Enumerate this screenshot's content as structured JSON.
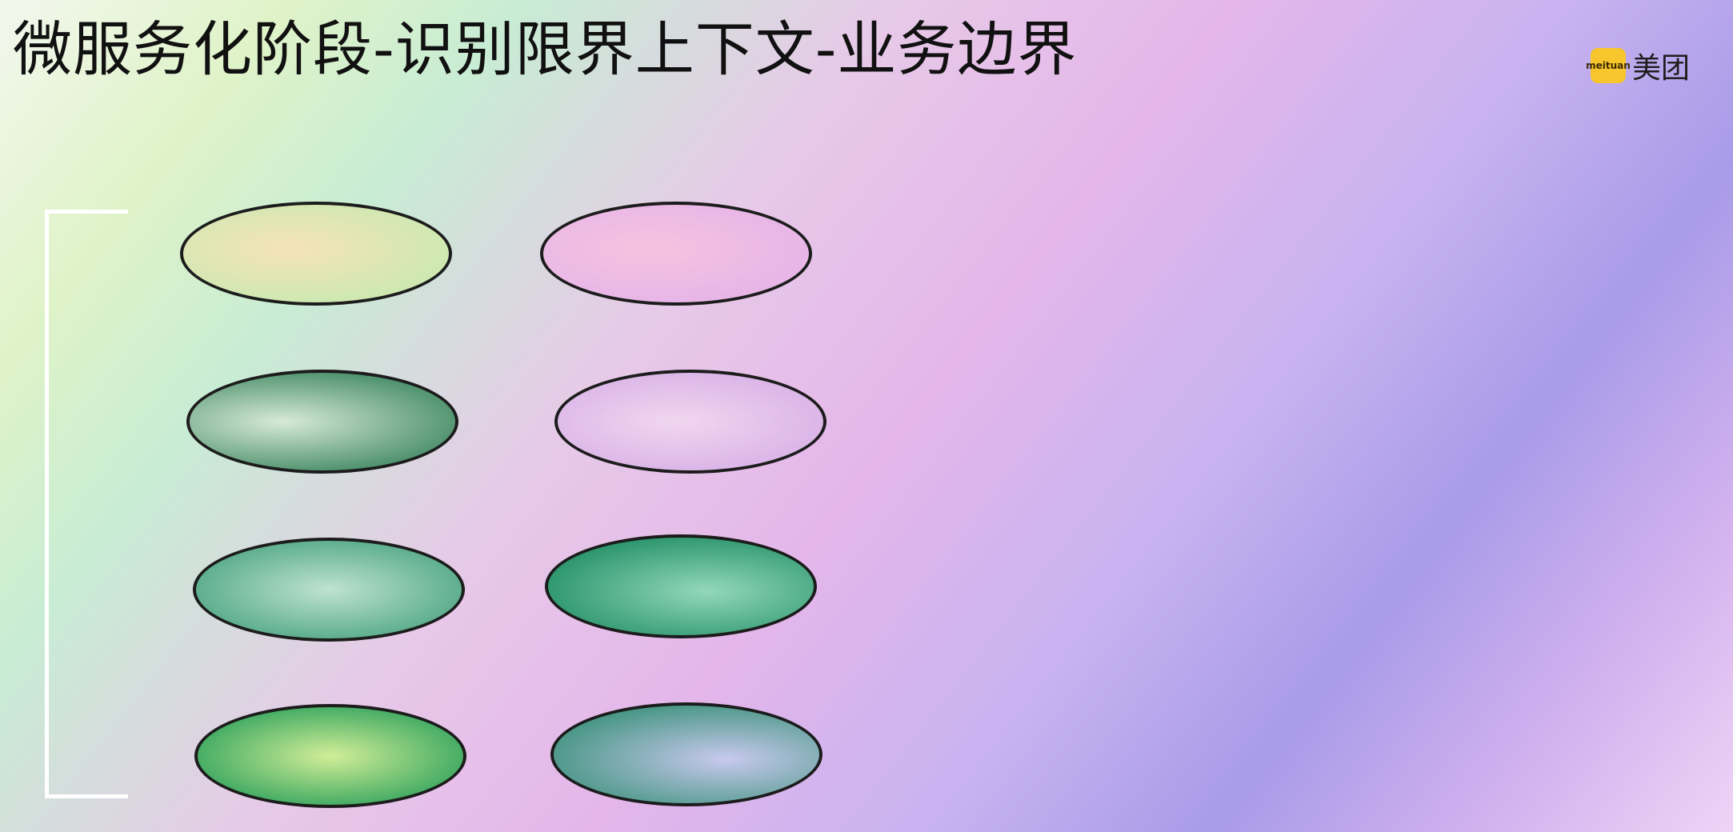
{
  "title": "微服务化阶段-识别限界上下文-业务边界",
  "logo": {
    "mark": "meituan",
    "text": "美团",
    "color": "#f7c52c"
  },
  "side_label": "",
  "context_ellipses": [
    {
      "label": ""
    },
    {
      "label": ""
    },
    {
      "label": ""
    },
    {
      "label": ""
    },
    {
      "label": ""
    },
    {
      "label": ""
    },
    {
      "label": ""
    },
    {
      "label": ""
    }
  ],
  "descriptions": [
    {
      "text": ""
    },
    {
      "text": ""
    }
  ],
  "colors": {
    "title": "#111111",
    "ellipse_border": "#1c1c1c",
    "bracket": "#ffffff"
  }
}
